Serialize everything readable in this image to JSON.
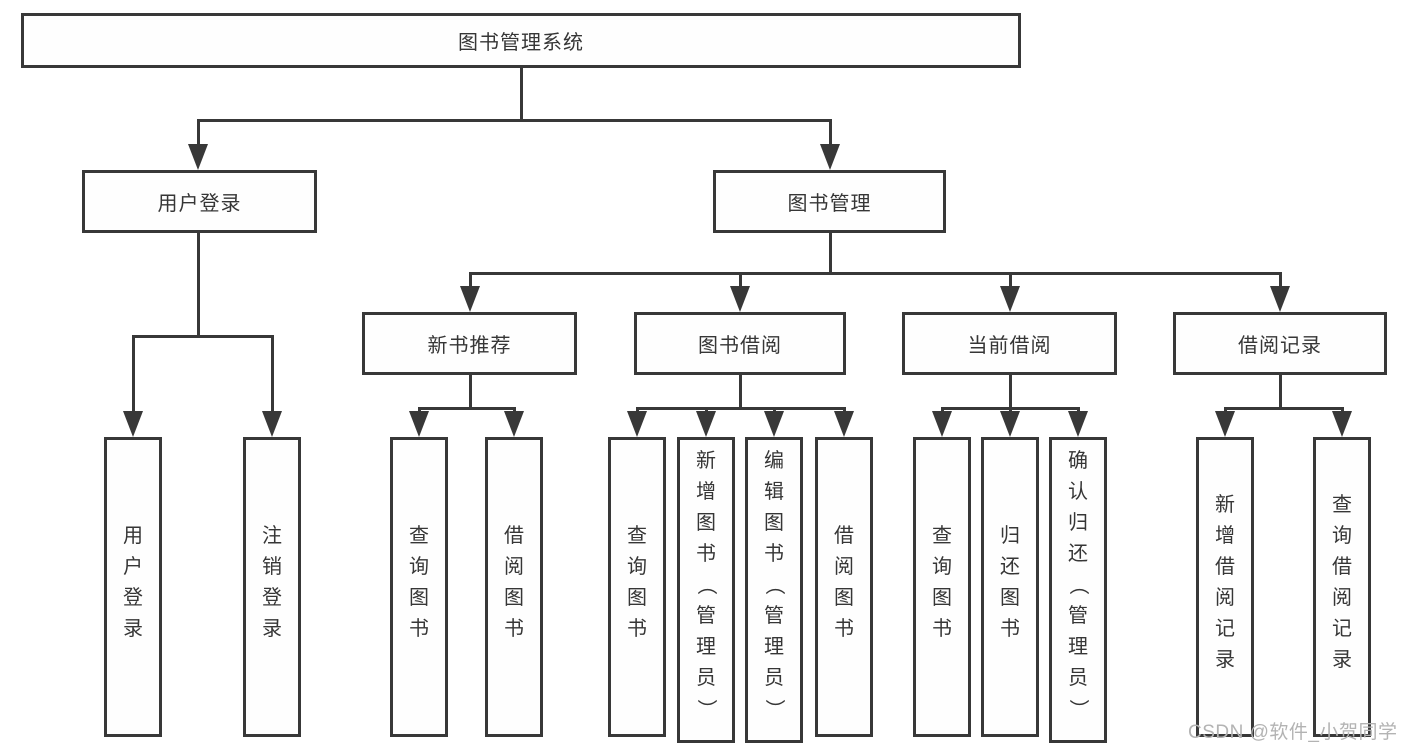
{
  "diagram": {
    "root": {
      "label": "图书管理系统"
    },
    "level2": [
      {
        "label": "用户登录"
      },
      {
        "label": "图书管理"
      }
    ],
    "level3": [
      {
        "label": "新书推荐",
        "parent": "图书管理"
      },
      {
        "label": "图书借阅",
        "parent": "图书管理"
      },
      {
        "label": "当前借阅",
        "parent": "图书管理"
      },
      {
        "label": "借阅记录",
        "parent": "图书管理"
      }
    ],
    "leaves": [
      {
        "label": "用户登录",
        "parent": "用户登录"
      },
      {
        "label": "注销登录",
        "parent": "用户登录"
      },
      {
        "label": "查询图书",
        "parent": "新书推荐"
      },
      {
        "label": "借阅图书",
        "parent": "新书推荐"
      },
      {
        "label": "查询图书",
        "parent": "图书借阅"
      },
      {
        "label": "新增图书（管理员）",
        "parent": "图书借阅"
      },
      {
        "label": "编辑图书（管理员）",
        "parent": "图书借阅"
      },
      {
        "label": "借阅图书",
        "parent": "图书借阅"
      },
      {
        "label": "查询图书",
        "parent": "当前借阅"
      },
      {
        "label": "归还图书",
        "parent": "当前借阅"
      },
      {
        "label": "确认归还（管理员）",
        "parent": "当前借阅"
      },
      {
        "label": "新增借阅记录",
        "parent": "借阅记录"
      },
      {
        "label": "查询借阅记录",
        "parent": "借阅记录"
      }
    ]
  },
  "watermark": {
    "text": "CSDN @软件_小贺同学"
  },
  "colors": {
    "line": "#383838",
    "text": "#363636",
    "box-bg": "#fefefe",
    "watermark": "#b3b3b3",
    "background": "#ffffff"
  }
}
